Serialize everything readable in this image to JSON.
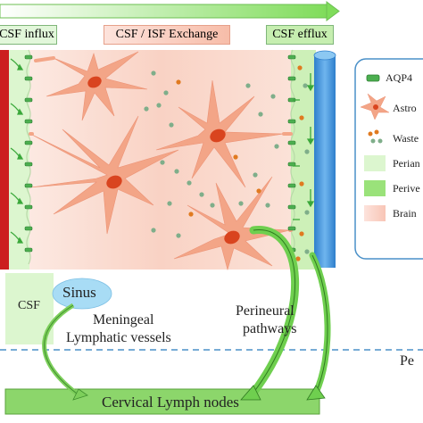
{
  "header": {
    "influx_label": "CSF influx",
    "exchange_label": "CSF / ISF Exchange",
    "efflux_label": "CSF efflux"
  },
  "lower": {
    "csf_label": "CSF",
    "sinus_label": "Sinus",
    "meningeal_label_line1": "Meningeal",
    "meningeal_label_line2": "Lymphatic vessels",
    "perineural_label_line1": "Perineural",
    "perineural_label_line2": "pathways",
    "peripheral_label": "Pe",
    "lymph_nodes_label": "Cervical Lymph nodes"
  },
  "legend": {
    "items": [
      {
        "label": "AQP4",
        "icon": "aqp4-channel-icon"
      },
      {
        "label": "Astro",
        "icon": "astrocyte-icon"
      },
      {
        "label": "Waste",
        "icon": "waste-dots-icon"
      },
      {
        "label": "Perian",
        "icon": "periarterial-swatch-icon"
      },
      {
        "label": "Perive",
        "icon": "perivenous-swatch-icon"
      },
      {
        "label": "Brain",
        "icon": "brain-swatch-icon"
      }
    ]
  },
  "colors": {
    "artery": "#cc1f1f",
    "vein": "#3c8fd8",
    "astrocyte": "#f4a98a",
    "nucleus": "#d9441f",
    "aqp4": "#4caf50",
    "perivascular": "#d7f5c9",
    "lymph_box": "#8cd66b",
    "sinus": "#a8dcf5",
    "arrow_green": "#6fcf4f",
    "waste_green": "#7fae8a",
    "waste_orange": "#e07a20"
  }
}
